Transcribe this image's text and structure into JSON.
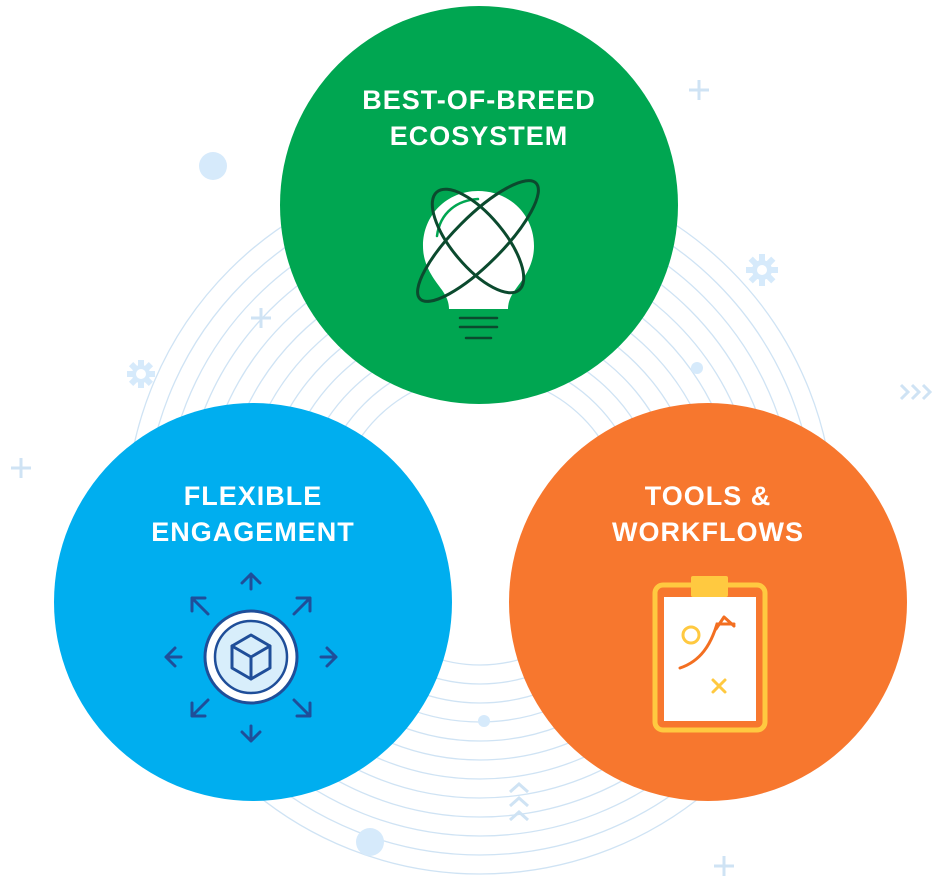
{
  "circles": [
    {
      "id": "ecosystem",
      "color": "#00A651",
      "lines": [
        "BEST-OF-BREED",
        "ECOSYSTEM"
      ],
      "icon": "lightbulb-atom-icon"
    },
    {
      "id": "engagement",
      "color": "#00AEEF",
      "lines": [
        "FLEXIBLE",
        "ENGAGEMENT"
      ],
      "icon": "cube-expand-arrows-icon"
    },
    {
      "id": "tools",
      "color": "#F7772E",
      "lines": [
        "TOOLS &",
        "WORKFLOWS"
      ],
      "icon": "clipboard-playbook-icon"
    }
  ],
  "background": {
    "ring_color": "#CFE3F4",
    "accent_color": "#D6EAFB",
    "decorations": [
      "plus-icon",
      "gear-icon",
      "chevrons-right-icon",
      "chevrons-up-icon",
      "dot-icon"
    ]
  }
}
